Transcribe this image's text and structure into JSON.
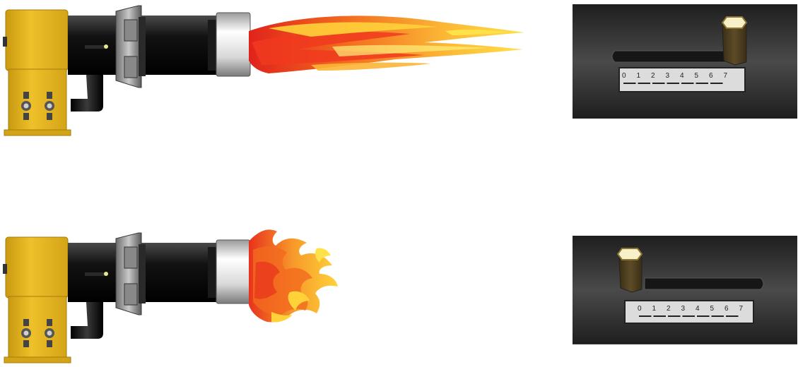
{
  "panels": [
    {
      "flame": "long",
      "slider": {
        "scale_labels": [
          "0",
          "1",
          "2",
          "3",
          "4",
          "5",
          "6",
          "7"
        ],
        "position": 7
      }
    },
    {
      "flame": "short",
      "slider": {
        "scale_labels": [
          "0",
          "1",
          "2",
          "3",
          "4",
          "5",
          "6",
          "7"
        ],
        "position": 0
      }
    }
  ],
  "colors": {
    "housing_yellow": "#e6b51a",
    "tube_black": "#111111",
    "flame_red": "#e8321d",
    "flame_orange": "#f47a1f",
    "flame_yellow": "#ffd23a",
    "slider_bg": "#3a3a3a",
    "knob_brown": "#4b3d20"
  }
}
